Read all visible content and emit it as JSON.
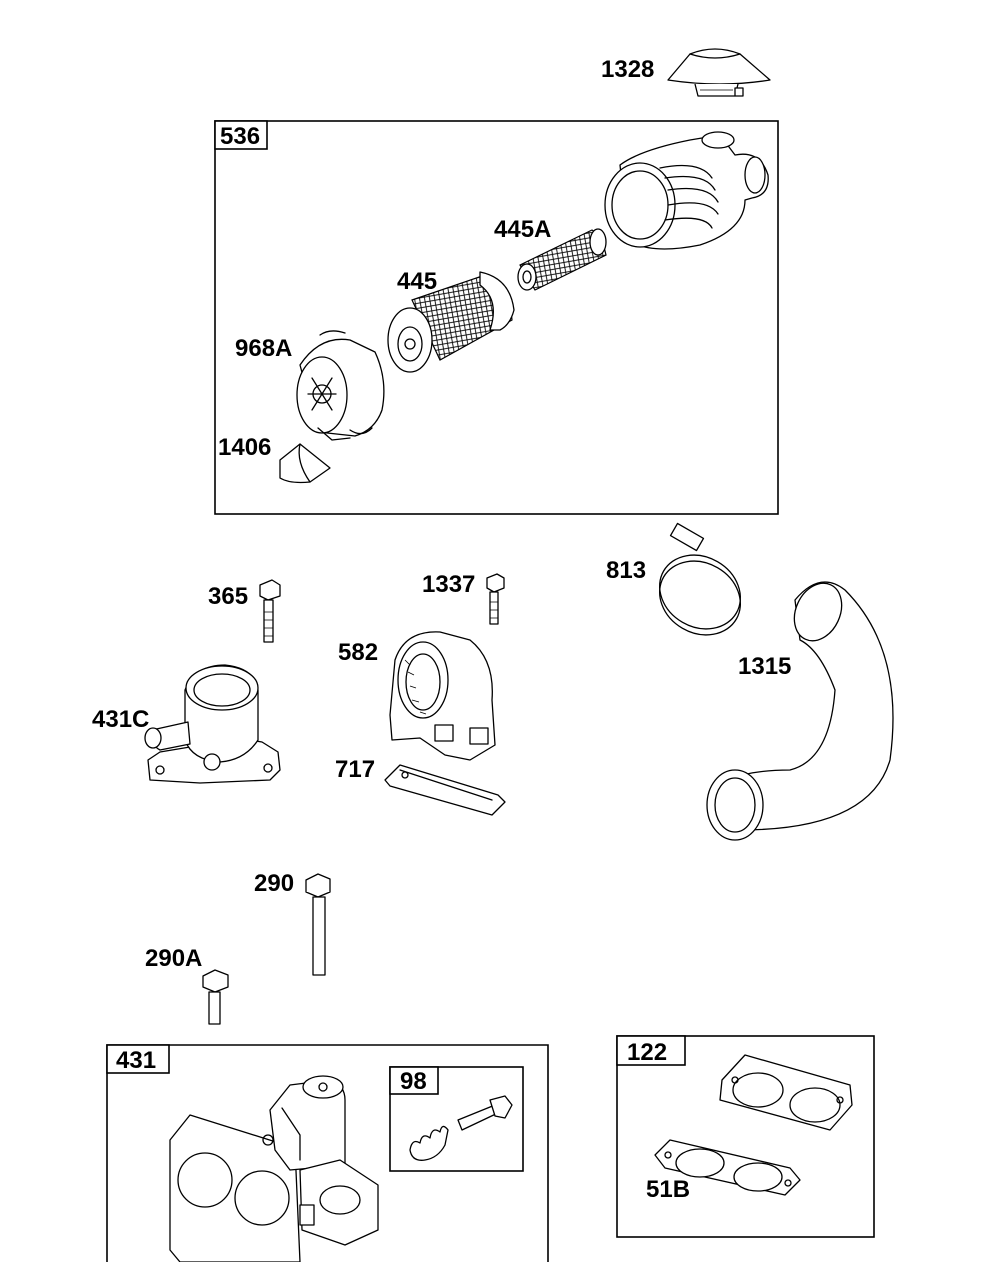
{
  "groups": {
    "g536": "536",
    "g431": "431",
    "g98": "98",
    "g122": "122"
  },
  "parts": {
    "p1328": "1328",
    "p445A": "445A",
    "p445": "445",
    "p968A": "968A",
    "p1406": "1406",
    "p365": "365",
    "p1337": "1337",
    "p813": "813",
    "p582": "582",
    "p1315": "1315",
    "p431C": "431C",
    "p717": "717",
    "p290": "290",
    "p290A": "290A",
    "p51B": "51B"
  }
}
